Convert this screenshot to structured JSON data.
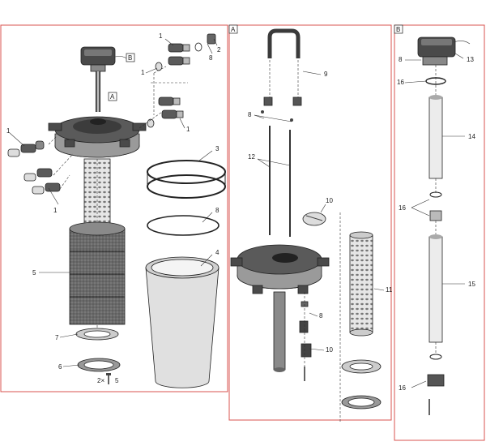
{
  "panels": {
    "main": {
      "callout_a": "A",
      "callout_b": "B"
    },
    "a": {
      "tag": "A"
    },
    "b": {
      "tag": "B"
    }
  },
  "labels": {
    "main": [
      "1",
      "2",
      "8",
      "1",
      "1",
      "1",
      "3",
      "8",
      "4",
      "5",
      "7",
      "6",
      "2×",
      "5"
    ],
    "a": [
      "9",
      "8",
      "12",
      "10",
      "11",
      "8",
      "10"
    ],
    "b": [
      "8",
      "13",
      "16",
      "14",
      "16",
      "15",
      "16"
    ]
  },
  "colors": {
    "panel_border": "#d9534f",
    "dark_part": "#4a4a4a",
    "mid_part": "#9a9a9a",
    "light_part": "#d8d8d8"
  },
  "icons": [
    "uv-clarifier-unit-icon",
    "hose-tail-icon",
    "filter-housing-icon",
    "foam-filter-icon",
    "o-ring-icon",
    "screw-icon",
    "handle-icon",
    "rod-icon",
    "quartz-tube-icon"
  ]
}
